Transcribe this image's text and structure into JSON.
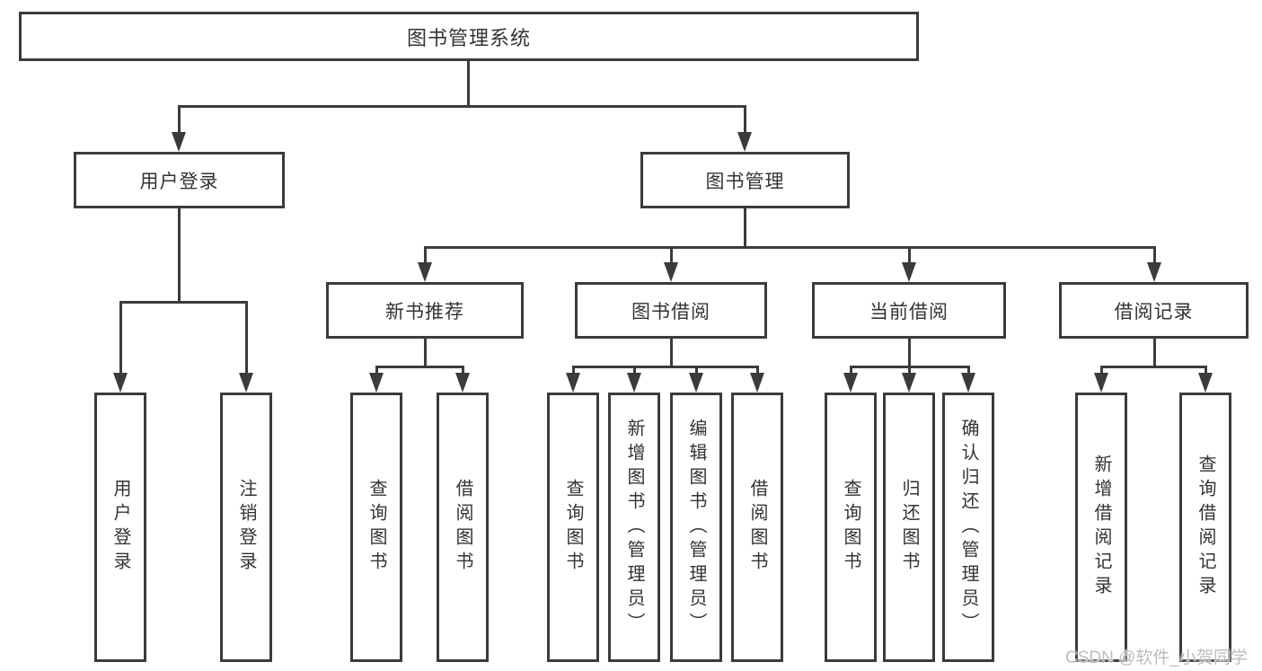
{
  "diagram": {
    "root": "图书管理系统",
    "level2": {
      "user_login": "用户登录",
      "book_management": "图书管理"
    },
    "level3": {
      "new_book_recommend": "新书推荐",
      "book_borrowing": "图书借阅",
      "current_borrowing": "当前借阅",
      "borrowing_records": "借阅记录"
    },
    "leaves": {
      "user_login": "用户登录",
      "logout": "注销登录",
      "nbr_query_books": "查询图书",
      "nbr_borrow_books": "借阅图书",
      "bb_query_books": "查询图书",
      "bb_add_books_admin": "新增图书（管理员）",
      "bb_edit_books_admin": "编辑图书（管理员）",
      "bb_borrow_books": "借阅图书",
      "cb_query_books": "查询图书",
      "cb_return_books": "归还图书",
      "cb_confirm_return_admin": "确认归还（管理员）",
      "br_add_record": "新增借阅记录",
      "br_query_record": "查询借阅记录"
    }
  },
  "watermark": "CSDN @软件_小贺同学",
  "colors": {
    "line": "#3b3b3b",
    "text": "#333333",
    "background": "#ffffff",
    "watermark": "#bdbdbd"
  }
}
